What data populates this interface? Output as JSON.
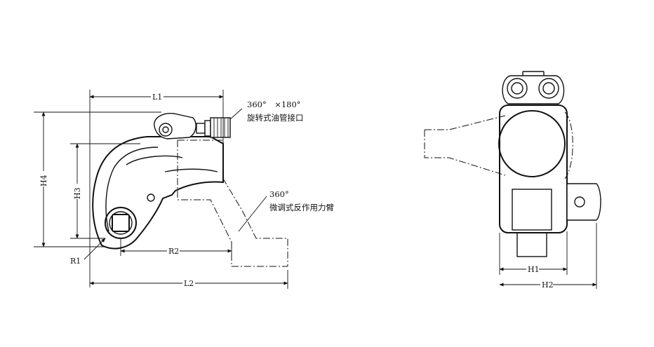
{
  "callouts": {
    "hose_angle": "360°　×180°",
    "hose_label": "旋转式油管接口",
    "arm_angle": "360°",
    "arm_label": "微调式反作用力臂"
  },
  "dimensions": {
    "L1": "L1",
    "L2": "L2",
    "H1": "H1",
    "H2": "H2",
    "H3": "H3",
    "H4": "H4",
    "R1": "R1",
    "R2": "R2"
  }
}
